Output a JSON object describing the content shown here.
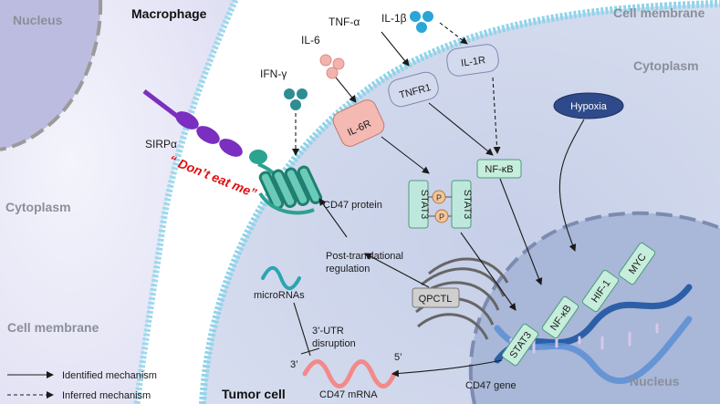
{
  "colors": {
    "macrophage_fill": "#e6e6f7",
    "tumor_fill": "#cfd6ea",
    "tumor_nucleus_fill": "#aebbd9",
    "membrane": "#8fd4ea",
    "sirpa": "#7a2fc0",
    "cd47": "#2aa38f",
    "receptor": "#c9d3ea",
    "il6r": "#f3b9b2",
    "nfkb_box": "#c7eddc",
    "hypoxia": "#2f4a8a",
    "qpctl": "#cfcfcf",
    "mrna": "#f28a8a",
    "dont_eat_me": "#e01010",
    "cytokine_teal": "#2f8c92",
    "cytokine_pink": "#f2b3ae",
    "cytokine_blue": "#2aa6d6"
  },
  "macrophage": {
    "title": "Macrophage",
    "nucleus": "Nucleus",
    "cytoplasm": "Cytoplasm",
    "membrane": "Cell membrane"
  },
  "tumor": {
    "title": "Tumor cell",
    "membrane": "Cell membrane",
    "cytoplasm": "Cytoplasm",
    "nucleus": "Nucleus"
  },
  "ligands": {
    "ifng": "IFN-γ",
    "il6": "IL-6",
    "tnfa": "TNF-α",
    "il1b": "IL-1β"
  },
  "receptors": {
    "sirpa": "SIRPα",
    "il6r": "IL-6R",
    "tnfr1": "TNFR1",
    "il1r": "IL-1R"
  },
  "signals": {
    "dont_eat_me": "“ Don’t eat me”",
    "cd47_protein": "CD47 protein",
    "stat3": "STAT3",
    "p": "P",
    "nfkb": "NF-κB",
    "hypoxia": "Hypoxia",
    "ptm_line1": "Post-translational",
    "ptm_line2": "regulation",
    "qpctl": "QPCTL",
    "micrornas": "microRNAs",
    "utr_line1": "3’-UTR",
    "utr_line2": "disruption",
    "three_prime": "3’",
    "five_prime": "5’",
    "cd47_mrna": "CD47 mRNA",
    "cd47_gene": "CD47 gene"
  },
  "transcription_factors": [
    "STAT3",
    "NF-κB",
    "HIF-1",
    "MYC"
  ],
  "legend": {
    "identified": "Identified mechanism",
    "inferred": "Inferred mechanism"
  }
}
